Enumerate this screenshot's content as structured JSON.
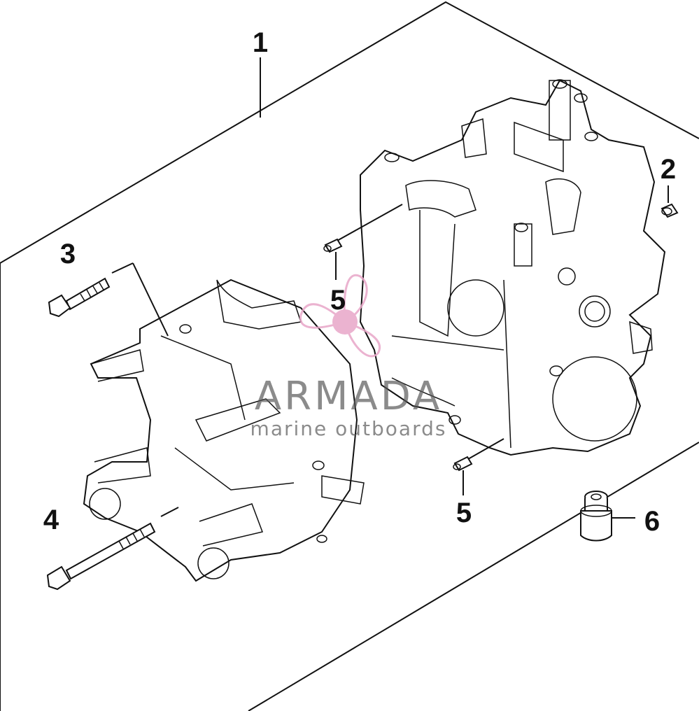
{
  "diagram": {
    "callouts": [
      {
        "id": "1",
        "label": "1"
      },
      {
        "id": "2",
        "label": "2"
      },
      {
        "id": "3",
        "label": "3"
      },
      {
        "id": "4",
        "label": "4"
      },
      {
        "id": "5a",
        "label": "5"
      },
      {
        "id": "5b",
        "label": "5"
      },
      {
        "id": "6",
        "label": "6"
      }
    ]
  },
  "watermark": {
    "brand": "ARMADA",
    "tagline": "marine outboards",
    "color": "#e8a6c8"
  }
}
